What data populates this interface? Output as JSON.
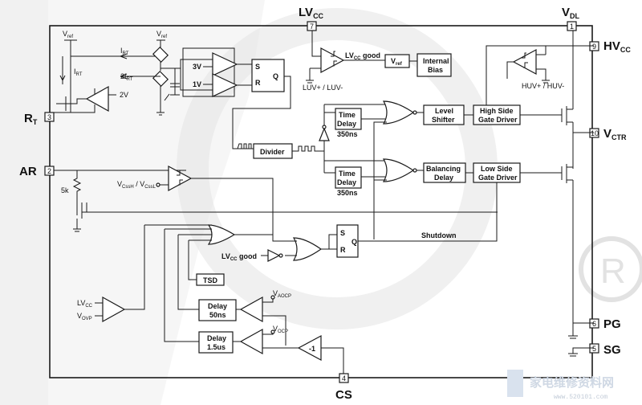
{
  "pins": {
    "lvcc": {
      "name": "LV",
      "sub": "CC",
      "number": "7"
    },
    "vdl": {
      "name": "V",
      "sub": "DL",
      "number": "1"
    },
    "hvcc": {
      "name": "HV",
      "sub": "CC",
      "number": "9"
    },
    "vctr": {
      "name": "V",
      "sub": "CTR",
      "number": "10"
    },
    "rt": {
      "name": "R",
      "sub": "T",
      "number": "3"
    },
    "ar": {
      "name": "AR",
      "number": "2"
    },
    "pg": {
      "name": "PG",
      "number": "6"
    },
    "sg": {
      "name": "SG",
      "number": "5"
    },
    "cs": {
      "name": "CS",
      "number": "4"
    }
  },
  "labels": {
    "vref1": "V",
    "vref1_sub": "ref",
    "vref2": "V",
    "vref2_sub": "ref",
    "irt1": "I",
    "irt1_sub": "RT",
    "irt2": "I",
    "irt2_sub": "RT",
    "irt3": "2I",
    "irt3_sub": "RT",
    "v2": "2V",
    "v3": "3V",
    "v1": "1V",
    "sr1_s": "S",
    "sr1_r": "R",
    "sr1_q": "Q",
    "lvcc_good": "LV",
    "lvcc_good_sub": "CC",
    "lvcc_good_tail": " good",
    "luv": "LUV+ / LUV-",
    "huv": "HUV+ / HUV-",
    "vcss": "V",
    "vcss_sub1": "CssH",
    "vcss_mid": " / V",
    "vcss_sub2": "CssL",
    "r5k": "5k",
    "shutdown": "Shutdown",
    "sr2_s": "S",
    "sr2_r": "R",
    "sr2_q": "Q",
    "lvcc_good2": "LV",
    "lvcc_good2_sub": "CC",
    "lvcc_good2_tail": " good",
    "lvcc_in": "LV",
    "lvcc_in_sub": "CC",
    "vovp": "V",
    "vovp_sub": "OVP",
    "vaocp": "V",
    "vaocp_sub": "AOCP",
    "vocp": "V",
    "vocp_sub": "OCP",
    "neg1": "-1"
  },
  "blocks": {
    "vref_box": {
      "line1": "V",
      "line1_sub": "ref"
    },
    "internal_bias": {
      "line1": "Internal",
      "line2": "Bias"
    },
    "divider": {
      "line1": "Divider"
    },
    "time_delay_1": {
      "line1": "Time",
      "line2": "Delay",
      "line3": "350ns"
    },
    "time_delay_2": {
      "line1": "Time",
      "line2": "Delay",
      "line3": "350ns"
    },
    "level_shifter": {
      "line1": "Level",
      "line2": "Shifter"
    },
    "balancing_delay": {
      "line1": "Balancing",
      "line2": "Delay"
    },
    "high_side_driver": {
      "line1": "High Side",
      "line2": "Gate Driver"
    },
    "low_side_driver": {
      "line1": "Low Side",
      "line2": "Gate Driver"
    },
    "tsd": {
      "line1": "TSD"
    },
    "delay_50ns": {
      "line1": "Delay",
      "line2": "50ns"
    },
    "delay_1_5us": {
      "line1": "Delay",
      "line2": "1.5us"
    }
  },
  "watermark": {
    "text": "家电维修资料网",
    "url": "www.520101.com"
  }
}
